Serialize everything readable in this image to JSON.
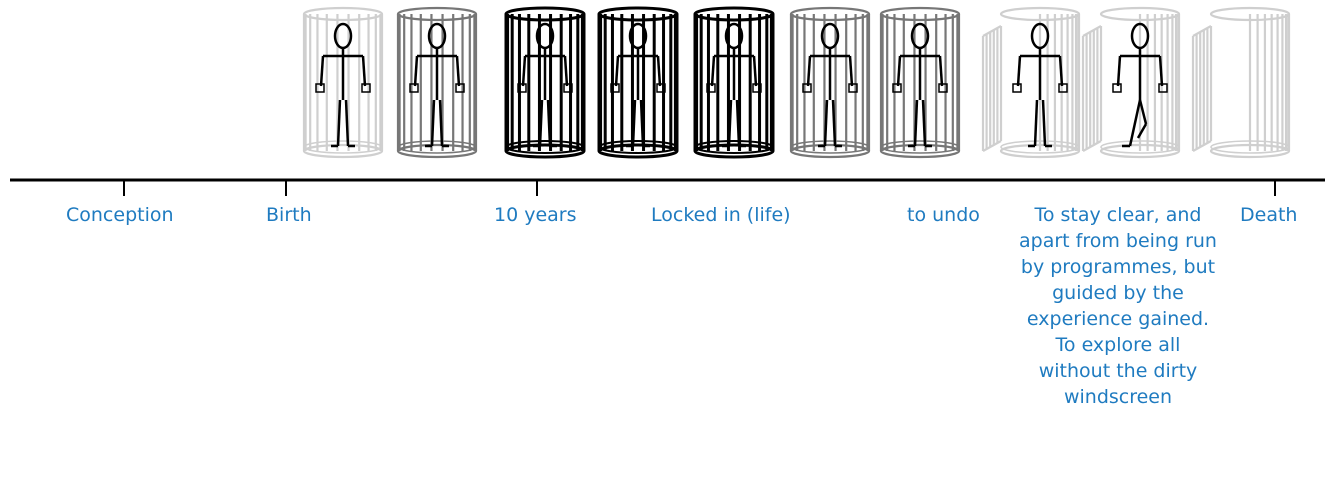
{
  "timeline": {
    "labels": {
      "conception": "Conception",
      "birth": "Birth",
      "ten_years": "10 years",
      "locked_in": "Locked in (life)",
      "to_undo": "to undo",
      "stay_clear": "To stay clear, and apart from being run by programmes, but guided by the experience gained. To explore all without the dirty windscreen",
      "death": "Death"
    }
  },
  "colors": {
    "label": "#1f7bc0",
    "axis": "#000000",
    "cage_light": "#cfcfcf",
    "cage_mid": "#777777",
    "cage_dark": "#000000"
  },
  "figures": [
    {
      "cage": "light",
      "door": "closed",
      "person": "standing"
    },
    {
      "cage": "mid",
      "door": "closed",
      "person": "standing"
    },
    {
      "cage": "dark",
      "door": "closed",
      "person": "standing"
    },
    {
      "cage": "dark",
      "door": "closed",
      "person": "standing"
    },
    {
      "cage": "dark",
      "door": "closed",
      "person": "standing"
    },
    {
      "cage": "mid",
      "door": "closed",
      "person": "standing"
    },
    {
      "cage": "mid",
      "door": "closed",
      "person": "standing"
    },
    {
      "cage": "light",
      "door": "open",
      "person": "standing"
    },
    {
      "cage": "light",
      "door": "open",
      "person": "walking"
    },
    {
      "cage": "light",
      "door": "open",
      "person": "none"
    }
  ]
}
